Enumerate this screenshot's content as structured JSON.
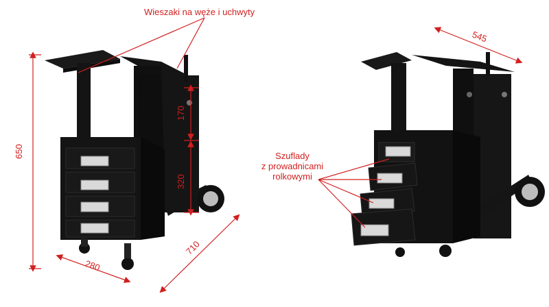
{
  "annotations": {
    "hangers": "Wieszaki na węże i uchwyty",
    "drawers_line1": "Szuflady",
    "drawers_line2": "z prowadnicami",
    "drawers_line3": "rolkowymi"
  },
  "dimensions": {
    "height": "650",
    "depth": "280",
    "length": "710",
    "upper_gap": "170",
    "lower_gap": "320",
    "width": "545"
  },
  "colors": {
    "annotation": "#d11f1f",
    "cart_body": "#121212",
    "drawer_handle": "#d9d9d9"
  }
}
